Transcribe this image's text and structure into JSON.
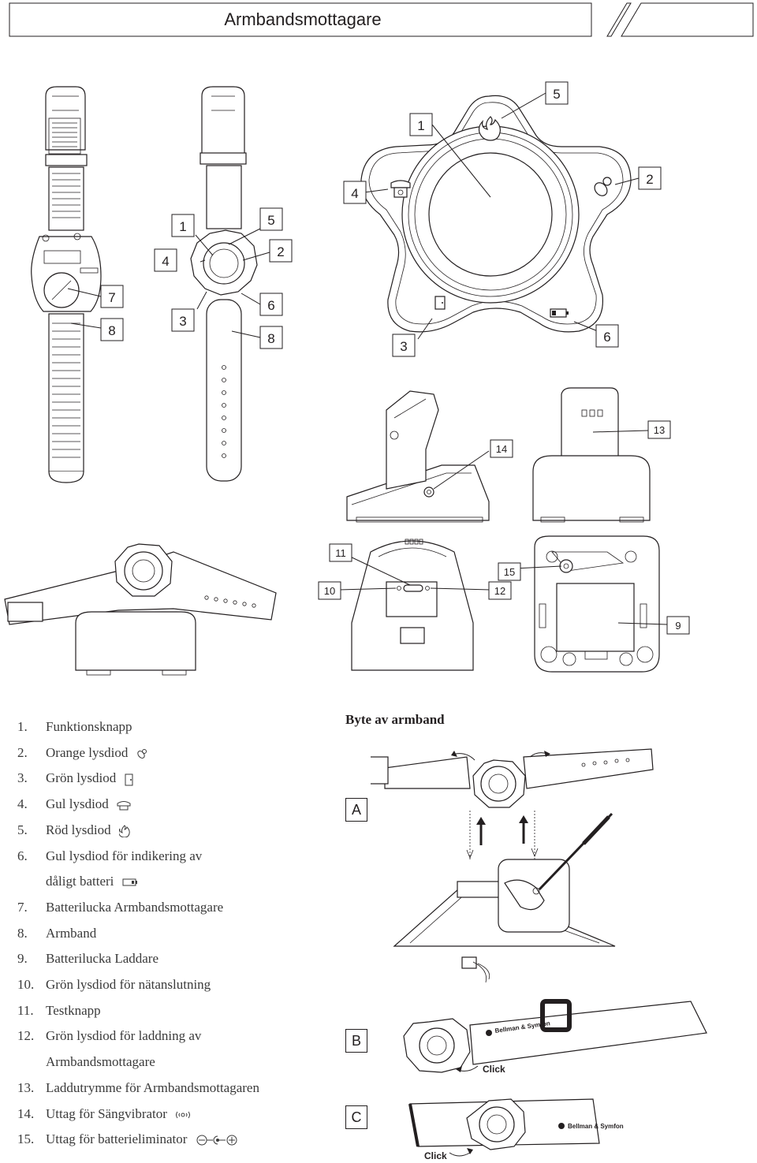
{
  "header": {
    "title": "Armbandsmottagare"
  },
  "callouts": {
    "watch_back": [
      "7",
      "8"
    ],
    "watch_front": [
      "1",
      "5",
      "4",
      "2",
      "3",
      "6",
      "8"
    ],
    "face_closeup": [
      "5",
      "1",
      "4",
      "2",
      "3",
      "6"
    ],
    "charger_side": [
      "14",
      "13"
    ],
    "charger_views": [
      "11",
      "10",
      "12",
      "15",
      "9"
    ]
  },
  "legend": {
    "items": [
      {
        "num": "1.",
        "text": "Funktionsknapp"
      },
      {
        "num": "2.",
        "text": "Orange lysdiod",
        "icon": "pacifier-icon"
      },
      {
        "num": "3.",
        "text": "Grön lysdiod",
        "icon": "door-icon"
      },
      {
        "num": "4.",
        "text": "Gul lysdiod",
        "icon": "telephone-icon"
      },
      {
        "num": "5.",
        "text": "Röd lysdiod",
        "icon": "fire-icon"
      },
      {
        "num": "6.",
        "text": "Gul lysdiod för indikering av",
        "cont": "dåligt batteri",
        "icon": "low-battery-icon"
      },
      {
        "num": "7.",
        "text": "Batterilucka Armbandsmottagare"
      },
      {
        "num": "8.",
        "text": "Armband"
      },
      {
        "num": "9.",
        "text": "Batterilucka Laddare"
      },
      {
        "num": "10.",
        "text": "Grön lysdiod för nätanslutning"
      },
      {
        "num": "11.",
        "text": "Testknapp"
      },
      {
        "num": "12.",
        "text": "Grön lysdiod för laddning av",
        "cont": "Armbandsmottagare"
      },
      {
        "num": "13.",
        "text": "Laddutrymme för Armbandsmottagaren"
      },
      {
        "num": "14.",
        "text": "Uttag för Sängvibrator",
        "icon": "vibration-icon"
      },
      {
        "num": "15.",
        "text": "Uttag för batterieliminator",
        "icon": "polarity-icon"
      }
    ]
  },
  "strap_change": {
    "title": "Byte av armband",
    "steps": [
      "A",
      "B",
      "C"
    ],
    "click_label": "Click",
    "brand_text": "Bellman & Symfon"
  }
}
